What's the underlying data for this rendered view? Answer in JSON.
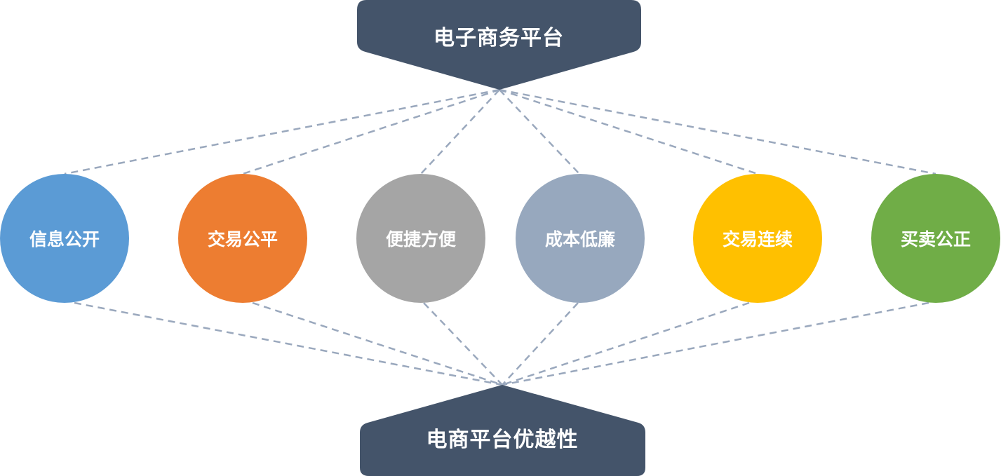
{
  "top_banner": {
    "label": "电子商务平台",
    "color": "#44546a"
  },
  "bottom_banner": {
    "label": "电商平台优越性",
    "color": "#44546a"
  },
  "connector_color": "#9aa8bd",
  "nodes": [
    {
      "id": "info-public",
      "label": "信息公开",
      "color": "#5b9bd5"
    },
    {
      "id": "trade-fair",
      "label": "交易公平",
      "color": "#ed7d31"
    },
    {
      "id": "convenient",
      "label": "便捷方便",
      "color": "#a5a5a5"
    },
    {
      "id": "low-cost",
      "label": "成本低廉",
      "color": "#97a8be"
    },
    {
      "id": "trade-continuous",
      "label": "交易连续",
      "color": "#ffc000"
    },
    {
      "id": "buy-sell-fair",
      "label": "买卖公正",
      "color": "#70ad47"
    }
  ]
}
